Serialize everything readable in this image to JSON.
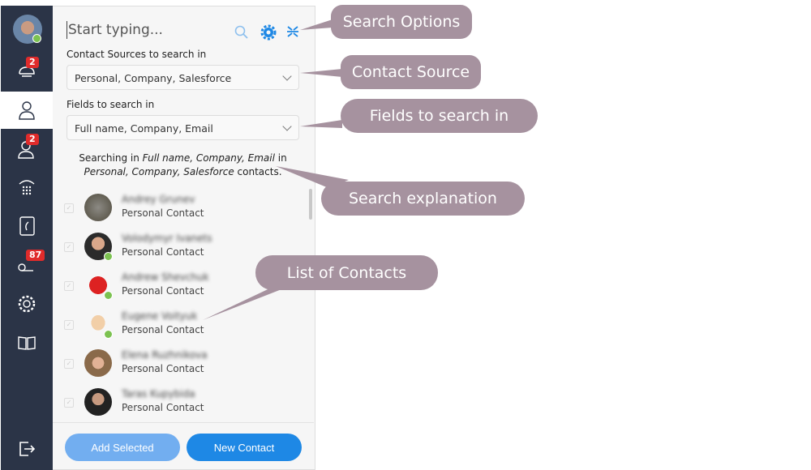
{
  "sidebar": {
    "items": [
      {
        "name": "chat",
        "badge": "2"
      },
      {
        "name": "contacts",
        "active": true
      },
      {
        "name": "team",
        "badge": "2"
      },
      {
        "name": "dialpad"
      },
      {
        "name": "phonebook"
      },
      {
        "name": "voicemail",
        "badge": "87"
      },
      {
        "name": "settings"
      },
      {
        "name": "help-book"
      },
      {
        "name": "logout"
      }
    ]
  },
  "search": {
    "placeholder": "Start typing..."
  },
  "sources": {
    "label": "Contact Sources to search in",
    "value": "Personal, Company, Salesforce"
  },
  "fields": {
    "label": "Fields to search in",
    "value": "Full name, Company, Email"
  },
  "explanation": {
    "p1": "Searching in ",
    "f": "Full name, Company, Email",
    "p2": " in ",
    "s": "Personal, Company, Salesforce",
    "p3": " contacts."
  },
  "contacts": [
    {
      "name": "Andrey Grunev",
      "type": "Personal Contact",
      "online": false
    },
    {
      "name": "Volodymyr Ivanets",
      "type": "Personal Contact",
      "online": true
    },
    {
      "name": "Andrew Shevchuk",
      "type": "Personal Contact",
      "online": true
    },
    {
      "name": "Eugene Voityuk",
      "type": "Personal Contact",
      "online": true
    },
    {
      "name": "Elena Ruzhnikova",
      "type": "Personal Contact",
      "online": false
    },
    {
      "name": "Taras Kupybida",
      "type": "Personal Contact",
      "online": false
    }
  ],
  "footer": {
    "add_selected": "Add Selected",
    "new_contact": "New Contact"
  },
  "callouts": {
    "search_options": "Search Options",
    "contact_source": "Contact Source",
    "fields": "Fields to search in",
    "explanation": "Search explanation",
    "list": "List of Contacts"
  },
  "colors": {
    "sidebar": "#2b3447",
    "accent": "#1e88e5",
    "accent_light": "#72aef0",
    "callout": "#a6929f",
    "badge": "#e02b2b",
    "online": "#7cc251"
  }
}
